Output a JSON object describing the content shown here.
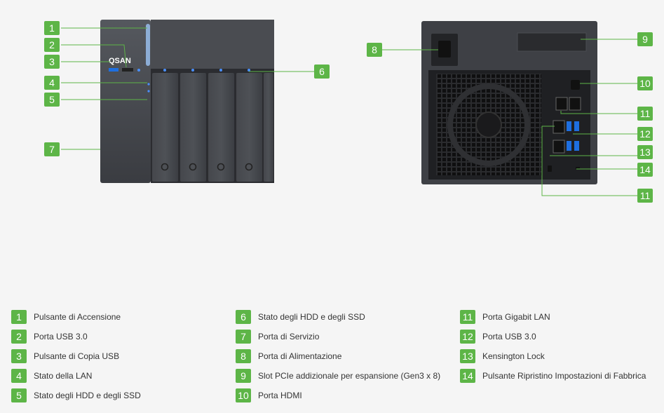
{
  "brand": {
    "logo_text": "QSAN"
  },
  "colors": {
    "accent": "#5db547",
    "device": "#3e4045",
    "led": "#2f7bff"
  },
  "callouts": [
    {
      "id": "c1",
      "number": "1"
    },
    {
      "id": "c2",
      "number": "2"
    },
    {
      "id": "c3",
      "number": "3"
    },
    {
      "id": "c4",
      "number": "4"
    },
    {
      "id": "c5",
      "number": "5"
    },
    {
      "id": "c7",
      "number": "7"
    },
    {
      "id": "c6",
      "number": "6"
    },
    {
      "id": "c8",
      "number": "8"
    },
    {
      "id": "c9",
      "number": "9"
    },
    {
      "id": "c10",
      "number": "10"
    },
    {
      "id": "c11a",
      "number": "11"
    },
    {
      "id": "c12",
      "number": "12"
    },
    {
      "id": "c13",
      "number": "13"
    },
    {
      "id": "c14",
      "number": "14"
    },
    {
      "id": "c11b",
      "number": "11"
    }
  ],
  "legend": [
    {
      "number": "1",
      "label": "Pulsante di Accensione"
    },
    {
      "number": "2",
      "label": "Porta USB 3.0"
    },
    {
      "number": "3",
      "label": "Pulsante di Copia USB"
    },
    {
      "number": "4",
      "label": "Stato della LAN"
    },
    {
      "number": "5",
      "label": "Stato degli HDD e degli SSD"
    },
    {
      "number": "6",
      "label": "Stato degli HDD e degli SSD"
    },
    {
      "number": "7",
      "label": "Porta di Servizio"
    },
    {
      "number": "8",
      "label": "Porta di Alimentazione"
    },
    {
      "number": "9",
      "label": "Slot PCIe addizionale per espansione (Gen3 x 8)"
    },
    {
      "number": "10",
      "label": "Porta HDMI"
    },
    {
      "number": "11",
      "label": "Porta Gigabit LAN"
    },
    {
      "number": "12",
      "label": "Porta USB 3.0"
    },
    {
      "number": "13",
      "label": "Kensington Lock"
    },
    {
      "number": "14",
      "label": "Pulsante Ripristino Impostazioni di Fabbrica"
    }
  ]
}
